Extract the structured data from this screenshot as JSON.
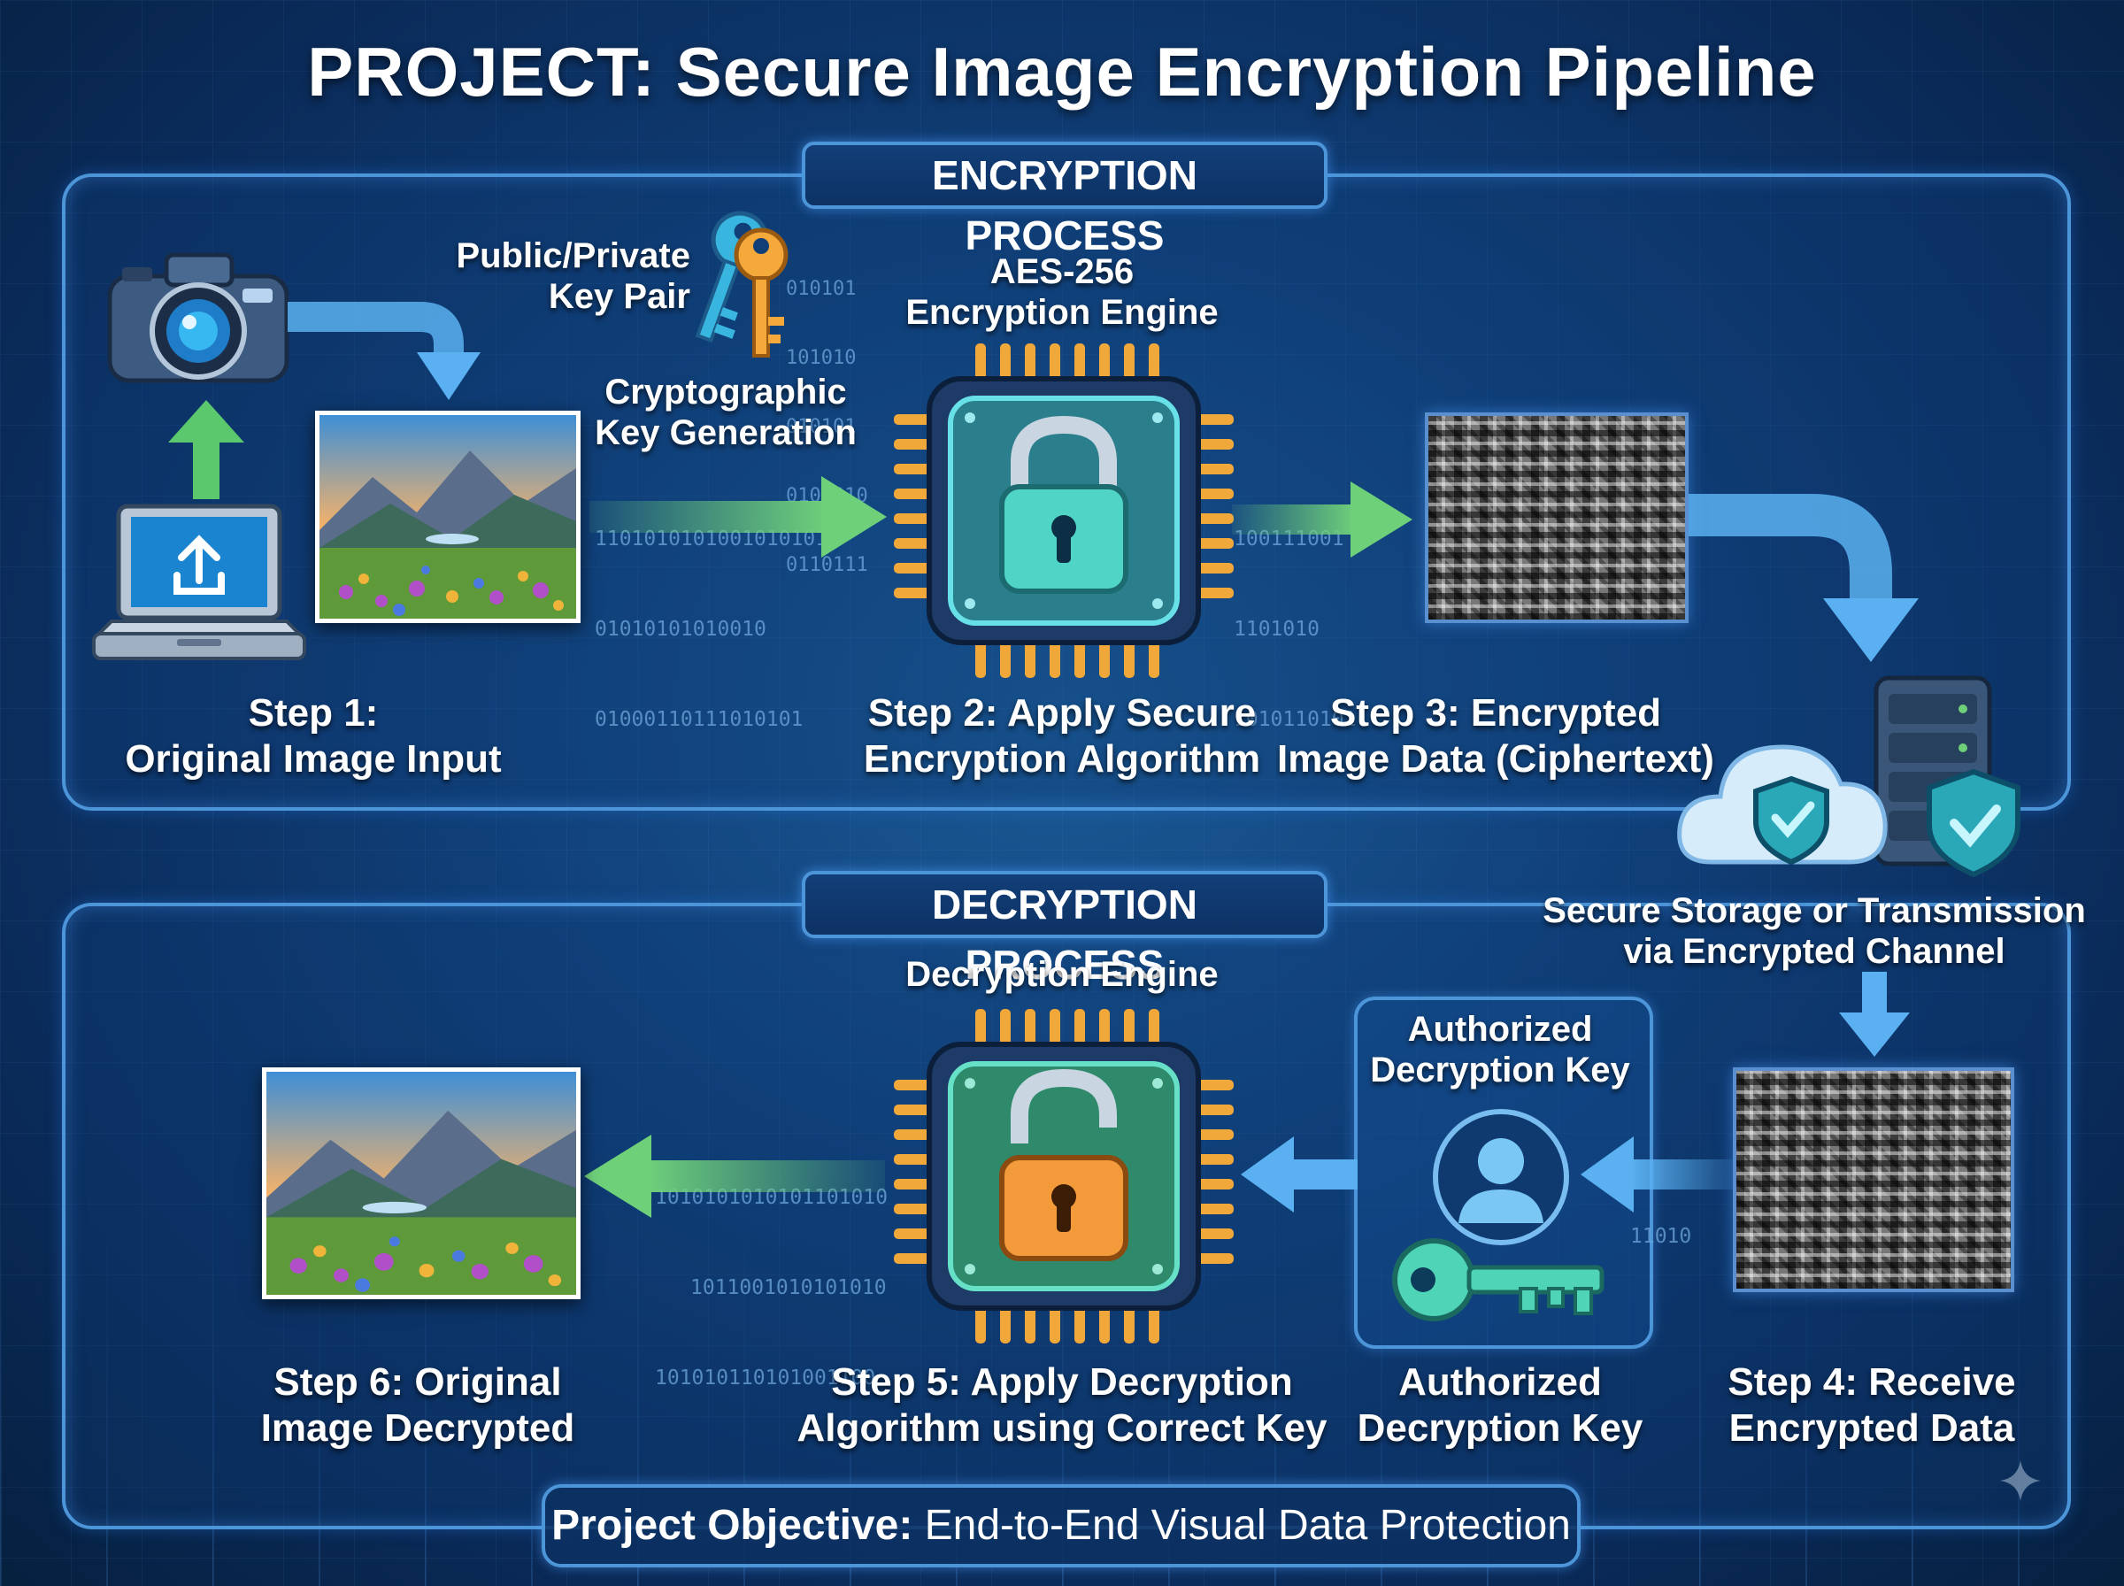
{
  "title": "PROJECT: Secure Image Encryption Pipeline",
  "encryption": {
    "header": "ENCRYPTION PROCESS",
    "key_pair_label": [
      "Public/Private",
      "Key Pair"
    ],
    "key_gen_label": [
      "Cryptographic",
      "Key Generation"
    ],
    "engine_label": [
      "AES-256",
      "Encryption Engine"
    ],
    "key_bits": [
      "010101",
      "101010",
      "010101",
      "0101010",
      "0110111"
    ],
    "bits_in": [
      "1101010101001010101",
      "01010101010010",
      "01000110111010101"
    ],
    "bits_out": [
      "100111001",
      "1101010",
      "1010110101"
    ],
    "step1": [
      "Step 1:",
      "Original Image Input"
    ],
    "step2": [
      "Step 2: Apply Secure",
      "Encryption Algorithm"
    ],
    "step3": [
      "Step 3: Encrypted",
      "Image Data (Ciphertext)"
    ]
  },
  "storage_label": [
    "Secure Storage or Transmission",
    "via Encrypted Channel"
  ],
  "decryption": {
    "header": "DECRYPTION PROCESS",
    "engine_label": "Decryption Engine",
    "auth_box_label": [
      "Authorized",
      "Decryption Key"
    ],
    "bits_left": [
      "1010101010101101010",
      "1011001010101010",
      "101010110101001100"
    ],
    "bits_right": [
      "11010"
    ],
    "step4": [
      "Step 4: Receive",
      "Encrypted Data"
    ],
    "auth_key_label": [
      "Authorized",
      "Decryption Key"
    ],
    "step5": [
      "Step 5: Apply Decryption",
      "Algorithm using Correct Key"
    ],
    "step6": [
      "Step 6: Original",
      "Image Decrypted"
    ]
  },
  "objective": {
    "bold": "Project Objective:",
    "text": " End-to-End Visual Data Protection"
  },
  "colors": {
    "panel_border": "#4c95d8",
    "flow_arrow": "#6fd07a",
    "blue_arrow": "#5ab0f0",
    "chip_pins": "#f0a83a",
    "lock_closed": "#4fd4c6",
    "lock_open": "#f39a3a"
  }
}
